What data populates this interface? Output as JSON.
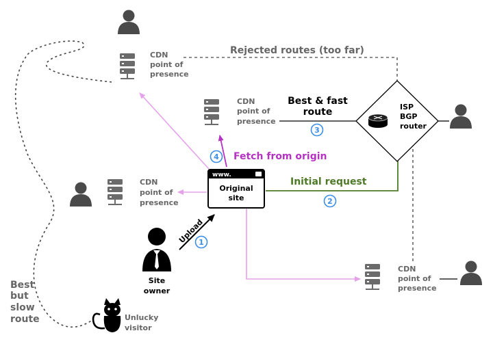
{
  "colors": {
    "server": "#6b6b6b",
    "person": "#4a4a4a",
    "fetch": "#b532c2",
    "cdn_arrow": "#e5a2ea",
    "initial": "#4e7a27",
    "number": "#3a8ee6",
    "dashed": "#666666"
  },
  "labels": {
    "rejected": "Rejected routes (too far)",
    "best_fast_1": "Best & fast",
    "best_fast_2": "route",
    "fetch": "Fetch from origin",
    "initial": "Initial request",
    "upload": "Upload",
    "site_owner_1": "Site",
    "site_owner_2": "owner",
    "isp_1": "ISP",
    "isp_2": "BGP",
    "isp_3": "router",
    "original_1": "Original",
    "original_2": "site",
    "www": "www.",
    "slow_1": "Best",
    "slow_2": "but",
    "slow_3": "slow",
    "slow_4": "route",
    "unlucky_1": "Unlucky",
    "unlucky_2": "visitor",
    "cdn_1": "CDN",
    "cdn_2": "point of",
    "cdn_3": "presence"
  },
  "steps": [
    "1",
    "2",
    "3",
    "4"
  ],
  "icons": [
    "person-icon",
    "server-icon",
    "router-icon",
    "browser-window-icon",
    "cat-icon"
  ]
}
